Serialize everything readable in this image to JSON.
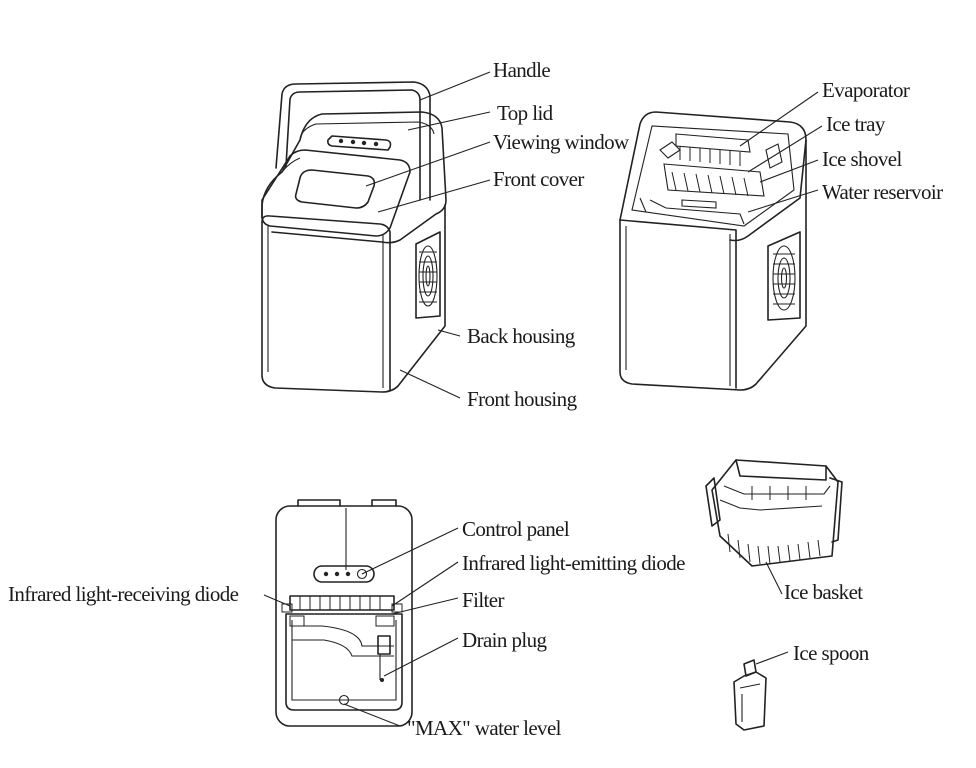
{
  "labels": {
    "handle": "Handle",
    "top_lid": "Top lid",
    "viewing_window": "Viewing window",
    "front_cover": "Front cover",
    "back_housing": "Back housing",
    "front_housing": "Front housing",
    "evaporator": "Evaporator",
    "ice_tray": "Ice tray",
    "ice_shovel": "Ice shovel",
    "water_reservoir": "Water reservoir",
    "control_panel": "Control panel",
    "ir_emitting_diode": "Infrared light-emitting diode",
    "ir_receiving_diode": "Infrared light-receiving diode",
    "filter": "Filter",
    "drain_plug": "Drain plug",
    "max_water_level": "\"MAX\" water level",
    "ice_basket": "Ice basket",
    "ice_spoon": "Ice spoon"
  },
  "colors": {
    "line": "#222222",
    "background": "#ffffff"
  }
}
